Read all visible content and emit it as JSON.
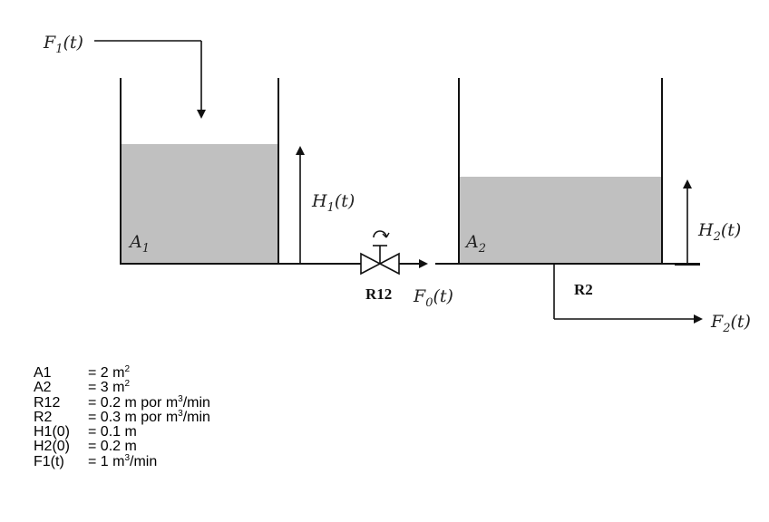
{
  "diagram": {
    "inflow_label": {
      "symbol": "F",
      "sub": "1",
      "arg": "(t)"
    },
    "h1_label": {
      "symbol": "H",
      "sub": "1",
      "arg": "(t)"
    },
    "h2_label": {
      "symbol": "H",
      "sub": "2",
      "arg": "(t)"
    },
    "a1_label": {
      "symbol": "A",
      "sub": "1"
    },
    "a2_label": {
      "symbol": "A",
      "sub": "2"
    },
    "valve_label": "R12",
    "f0_label": {
      "symbol": "F",
      "sub": "0",
      "arg": "(t)"
    },
    "r2_label": "R2",
    "outflow_label": {
      "symbol": "F",
      "sub": "2",
      "arg": "(t)"
    }
  },
  "parameters": [
    {
      "name": "A1",
      "value": "= 2 m",
      "sup": "2",
      "tail": ""
    },
    {
      "name": "A2",
      "value": "= 3 m",
      "sup": "2",
      "tail": ""
    },
    {
      "name": "R12",
      "value": "= 0.2 m por m",
      "sup": "3",
      "tail": "/min"
    },
    {
      "name": "R2",
      "value": "= 0.3 m por m",
      "sup": "3",
      "tail": "/min"
    },
    {
      "name": "H1(0)",
      "value": "= 0.1 m",
      "sup": "",
      "tail": ""
    },
    {
      "name": "H2(0)",
      "value": "= 0.2 m",
      "sup": "",
      "tail": ""
    },
    {
      "name": "F1(t)",
      "value": "= 1 m",
      "sup": "3",
      "tail": "/min"
    }
  ]
}
